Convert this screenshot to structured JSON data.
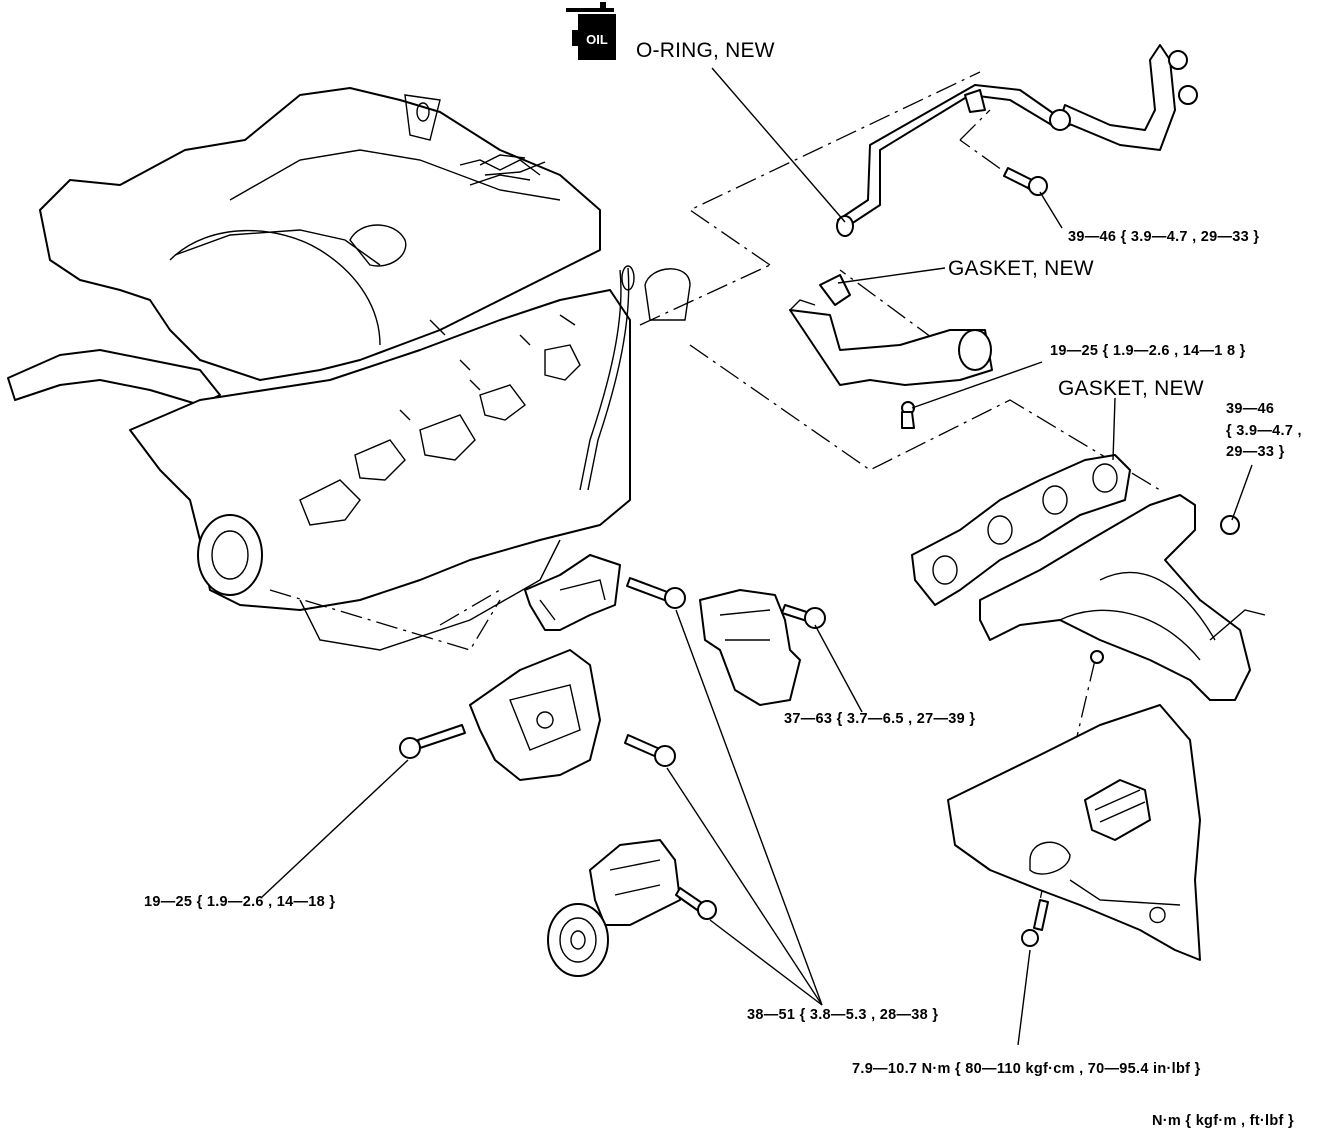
{
  "callouts": {
    "oring": "O-RING, NEW",
    "gasket_pipe": "GASKET, NEW",
    "gasket_manifold": "GASKET, NEW"
  },
  "torques": {
    "t_pipe_bolt": "39—46 { 3.9—4.7 , 29—33 }",
    "t_pipe_flange": "19—25 { 1.9—2.6 , 14—1 8 }",
    "t_nut_line1": "39—46",
    "t_nut_line2": "{ 3.9—4.7 ,",
    "t_nut_line3": "29—33 }",
    "t_bracket_right": "37—63 { 3.7—6.5 , 27—39 }",
    "t_bracket_left": "19—25 { 1.9—2.6 , 14—18 }",
    "t_bracket_center": "38—51 { 3.8—5.3 , 28—38 }",
    "t_insulator": "7.9—10.7 N·m { 80—110 kgf·cm ,  70—95.4 in·lbf }"
  },
  "units_note": "N·m { kgf·m , ft·lbf }",
  "icon_badge_text": "OIL",
  "icons": {
    "oil_can": "oil-can-icon"
  }
}
